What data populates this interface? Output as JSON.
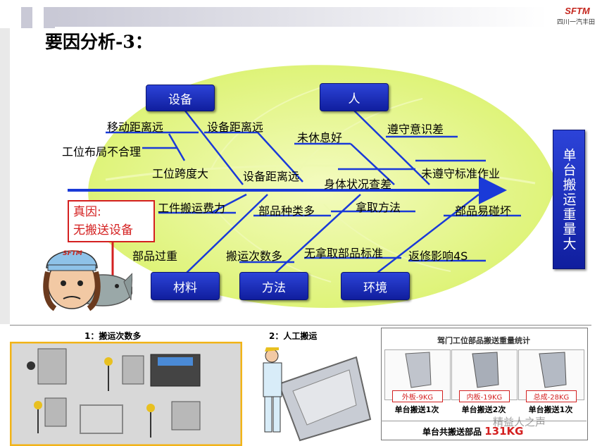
{
  "header": {
    "title": "要因分析-3：",
    "logo": "SFTM",
    "company": "四川一汽丰田"
  },
  "categories": {
    "equipment": "设备",
    "people": "人",
    "material": "材料",
    "method": "方法",
    "environment": "环境"
  },
  "causes": {
    "move_distance": "移动距离远",
    "equip_distance_1": "设备距离远",
    "layout": "工位布局不合理",
    "span": "工位跨度大",
    "equip_distance_2": "设备距离远",
    "no_rest": "未休息好",
    "discipline": "遵守意识差",
    "not_standard": "未遵守标准作业",
    "health": "身体状况查差",
    "carry_effort": "工件搬运费力",
    "parts_types": "部品种类多",
    "grab_method": "拿取方法",
    "parts_collide": "部品易碰坏",
    "parts_heavy": "部品过重",
    "carry_times": "搬运次数多",
    "no_grab_standard": "无拿取部品标准",
    "repair_4s": "返修影响4S"
  },
  "effect": "单台搬运重量大",
  "root_cause": {
    "line1": "真因:",
    "line2": "无搬送设备"
  },
  "mascot_badge": "SFTM",
  "bottom": {
    "section1": "1：搬运次数多",
    "section2": "2：人工搬运",
    "stats_title": "驾门工位部品搬送重量统计",
    "weights": [
      "外板-9KG",
      "内板-19KG",
      "总成-28KG"
    ],
    "per_unit": [
      "单台搬送1次",
      "单台搬送2次",
      "单台搬送1次"
    ],
    "total_label": "单台共搬送部品",
    "total_value": "131KG"
  },
  "watermark": "精益人之声"
}
